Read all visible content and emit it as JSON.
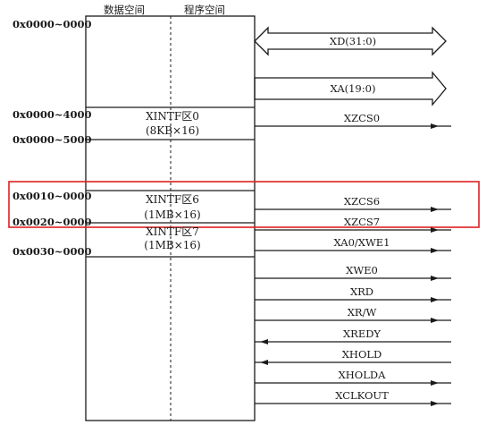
{
  "headers": {
    "data_space": "数据空间",
    "program_space": "程序空间"
  },
  "addresses": [
    "0x0000~0000",
    "0x0000~4000",
    "0x0000~5000",
    "0x0010~0000",
    "0x0020~0000",
    "0x0030~0000"
  ],
  "regions": [
    {
      "name": "XINTF区0",
      "size": "(8KB×16)"
    },
    {
      "name": "XINTF区6",
      "size": "(1MB×16)"
    },
    {
      "name": "XINTF区7",
      "size": "(1MB×16)"
    }
  ],
  "buses": [
    {
      "label": "XD(31:0)",
      "direction": "bidirectional"
    },
    {
      "label": "XA(19:0)",
      "direction": "output"
    }
  ],
  "signals": [
    {
      "label": "XZCS0",
      "direction": "out"
    },
    {
      "label": "XZCS6",
      "direction": "out"
    },
    {
      "label": "XZCS7",
      "direction": "out"
    },
    {
      "label": "XA0/XWE1",
      "direction": "out"
    },
    {
      "label": "XWE0",
      "direction": "out"
    },
    {
      "label": "XRD",
      "direction": "out"
    },
    {
      "label": "XR/W",
      "direction": "out"
    },
    {
      "label": "XREDY",
      "direction": "in"
    },
    {
      "label": "XHOLD",
      "direction": "in"
    },
    {
      "label": "XHOLDA",
      "direction": "out"
    },
    {
      "label": "XCLKOUT",
      "direction": "out"
    }
  ],
  "highlight_color": "#e02020",
  "line_color": "#1a1a1a"
}
